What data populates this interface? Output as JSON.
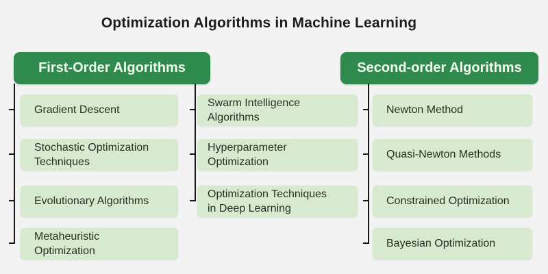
{
  "title": "Optimization Algorithms in Machine Learning",
  "colors": {
    "background": "#f2f3f2",
    "header_green": "#2e8b4d",
    "header_text": "#f2faef",
    "node_fill": "#d7eacf",
    "node_text": "#243122",
    "connector": "#161616"
  },
  "headers": [
    {
      "label": "First-Order Algorithms"
    },
    {
      "label": "Second-order Algorithms"
    }
  ],
  "columns": [
    {
      "group": "First-Order Algorithms",
      "items": [
        {
          "label": "Gradient Descent"
        },
        {
          "label": "Stochastic Optimization\nTechniques"
        },
        {
          "label": "Evolutionary Algorithms"
        },
        {
          "label": "Metaheuristic\nOptimization"
        }
      ]
    },
    {
      "group": "First-Order Algorithms",
      "items": [
        {
          "label": "Swarm Intelligence\nAlgorithms"
        },
        {
          "label": "Hyperparameter\nOptimization"
        },
        {
          "label": "Optimization Techniques\nin Deep Learning"
        }
      ]
    },
    {
      "group": "Second-order Algorithms",
      "items": [
        {
          "label": "Newton Method"
        },
        {
          "label": "Quasi-Newton Methods"
        },
        {
          "label": "Constrained Optimization"
        },
        {
          "label": "Bayesian Optimization"
        }
      ]
    }
  ]
}
